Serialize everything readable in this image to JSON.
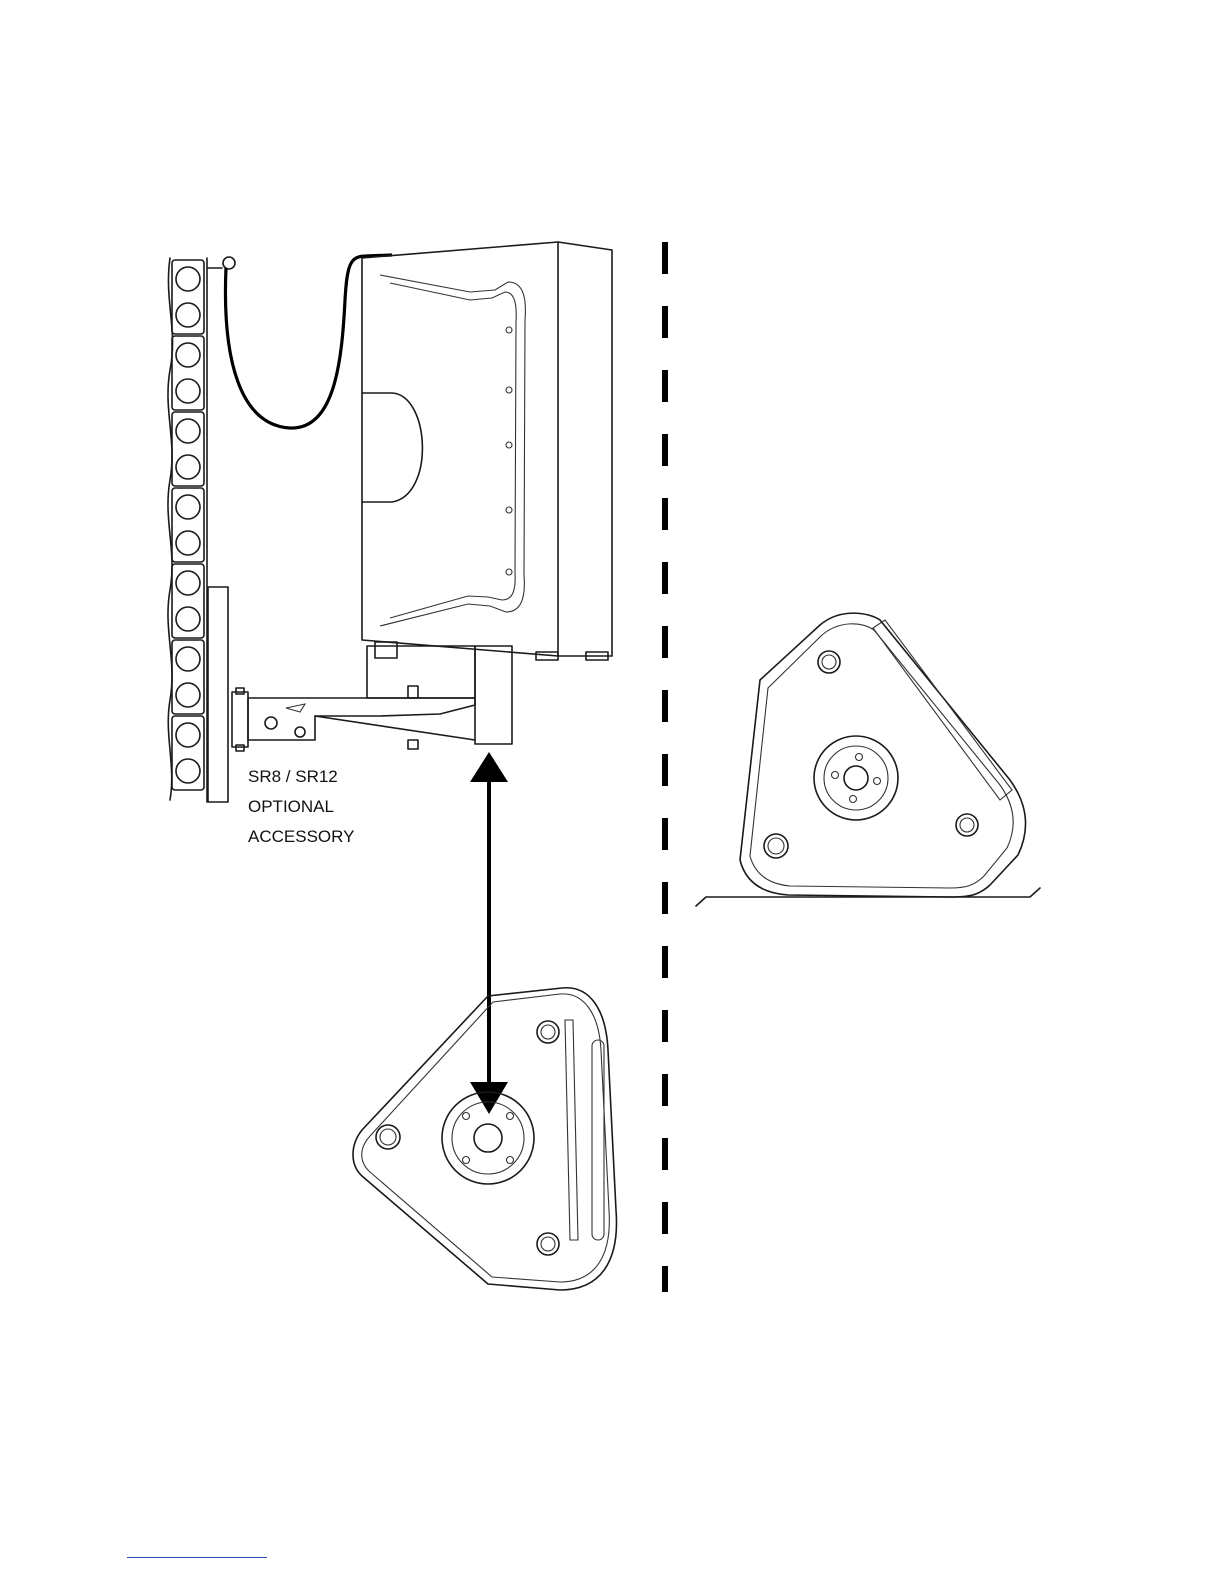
{
  "accessory_label": {
    "line1": "SR8 / SR12",
    "line2": "OPTIONAL",
    "line3": "ACCESSORY"
  },
  "colors": {
    "line": "#1a1a1a",
    "background": "#ffffff",
    "footer_rule": "#2a4fb0"
  }
}
